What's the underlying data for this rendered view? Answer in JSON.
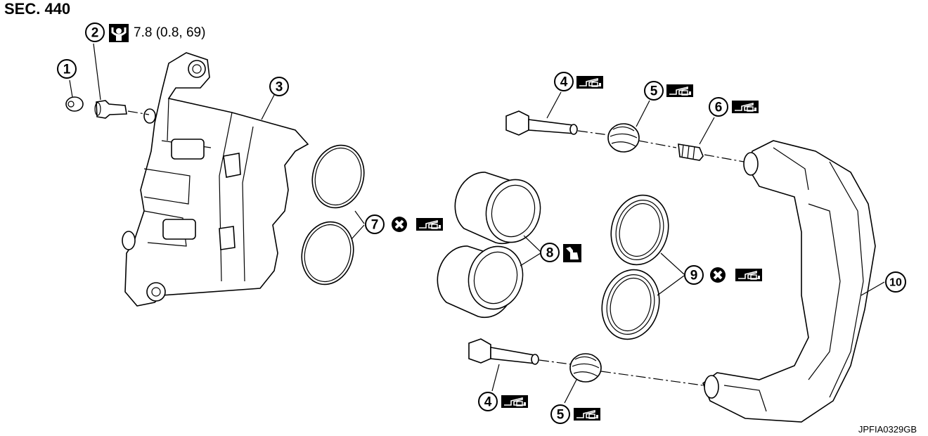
{
  "section_title": "SEC. 440",
  "torque_spec": "7.8 (0.8, 69)",
  "drawing_code": "JPFIA0329GB",
  "callouts": {
    "c1": "1",
    "c2": "2",
    "c3": "3",
    "c4a": "4",
    "c4b": "4",
    "c5a": "5",
    "c5b": "5",
    "c6": "6",
    "c7": "7",
    "c8": "8",
    "c9": "9",
    "c10": "10"
  },
  "icons": {
    "torque": "torque-wrench-icon",
    "grease": "rubber-grease-icon",
    "replace": "do-not-reuse-icon",
    "fluid": "brake-fluid-icon"
  }
}
